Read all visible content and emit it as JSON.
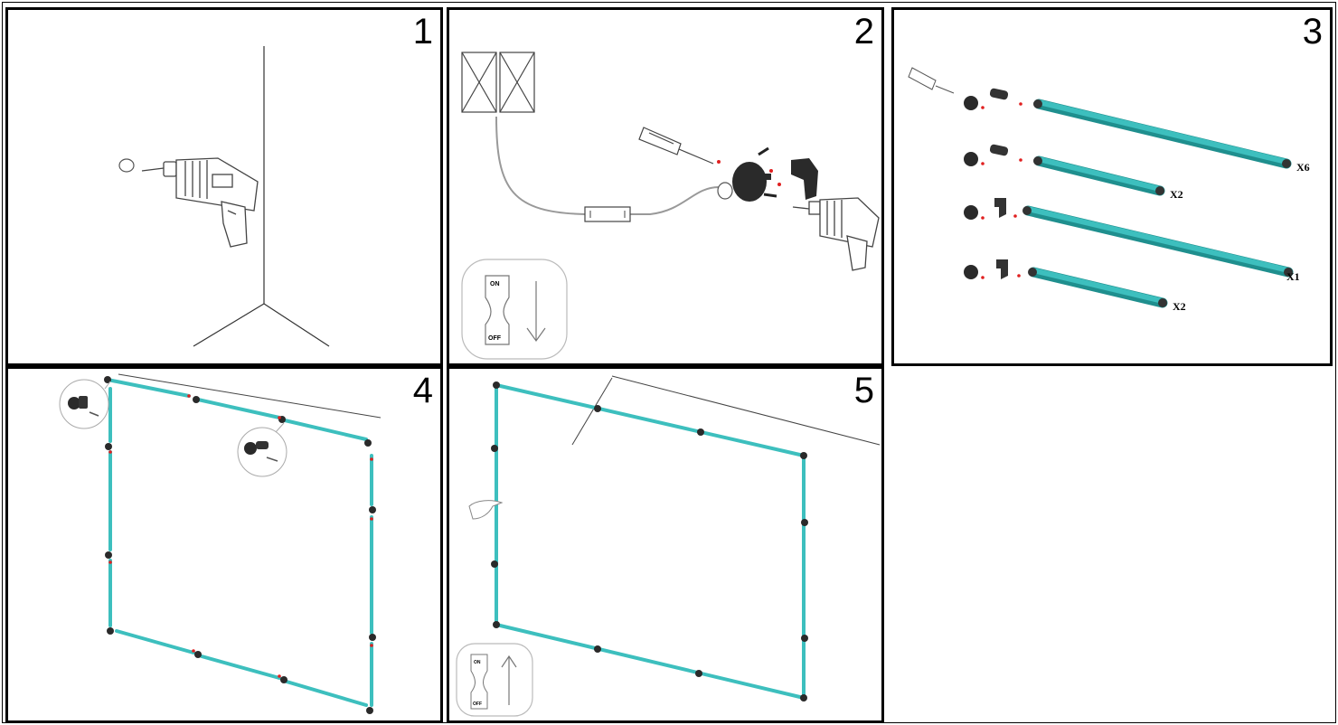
{
  "panels": [
    {
      "number": "1"
    },
    {
      "number": "2"
    },
    {
      "number": "3"
    },
    {
      "number": "4"
    },
    {
      "number": "5"
    }
  ],
  "switch_labels": {
    "on": "ON",
    "off": "OFF"
  },
  "rod_quantities": [
    "X6",
    "X2",
    "X1",
    "X2"
  ],
  "colors": {
    "rod": "#3dbfbe",
    "rod_dark": "#1f8f8e",
    "ink": "#333333",
    "hardware": "#2a2a2a",
    "marker": "#e02020"
  }
}
